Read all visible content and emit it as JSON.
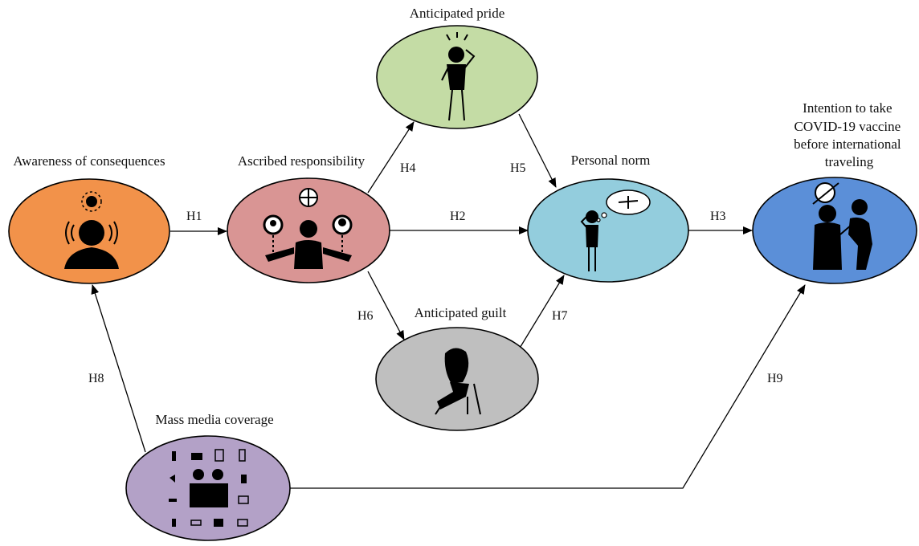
{
  "colors": {
    "awareness": "#f2924a",
    "ascribed": "#d99594",
    "pride": "#c4dca5",
    "norm": "#93cddd",
    "intention": "#5b8fd8",
    "guilt": "#bfbfbf",
    "media": "#b3a1c7"
  },
  "nodes": {
    "awareness": {
      "label": "Awareness of consequences",
      "icon": "person-head-sound-icon"
    },
    "ascribed": {
      "label": "Ascribed responsibility",
      "icon": "businessman-globe-icon"
    },
    "pride": {
      "label": "Anticipated pride",
      "icon": "proud-person-icon"
    },
    "norm": {
      "label": "Personal norm",
      "icon": "thinking-person-scale-icon"
    },
    "intention": {
      "label_lines": [
        "Intention to take",
        "COVID-19 vaccine",
        "before international",
        "traveling"
      ],
      "icon": "vaccination-icon"
    },
    "guilt": {
      "label": "Anticipated guilt",
      "icon": "guilty-seated-person-icon"
    },
    "media": {
      "label": "Mass media coverage",
      "icon": "media-press-conference-icon"
    }
  },
  "edges": [
    {
      "id": "H1",
      "label": "H1",
      "from": "awareness",
      "to": "ascribed"
    },
    {
      "id": "H2",
      "label": "H2",
      "from": "ascribed",
      "to": "norm"
    },
    {
      "id": "H3",
      "label": "H3",
      "from": "norm",
      "to": "intention"
    },
    {
      "id": "H4",
      "label": "H4",
      "from": "ascribed",
      "to": "pride"
    },
    {
      "id": "H5",
      "label": "H5",
      "from": "pride",
      "to": "norm"
    },
    {
      "id": "H6",
      "label": "H6",
      "from": "ascribed",
      "to": "guilt"
    },
    {
      "id": "H7",
      "label": "H7",
      "from": "guilt",
      "to": "norm"
    },
    {
      "id": "H8",
      "label": "H8",
      "from": "media",
      "to": "awareness"
    },
    {
      "id": "H9",
      "label": "H9",
      "from": "media",
      "to": "intention"
    }
  ]
}
